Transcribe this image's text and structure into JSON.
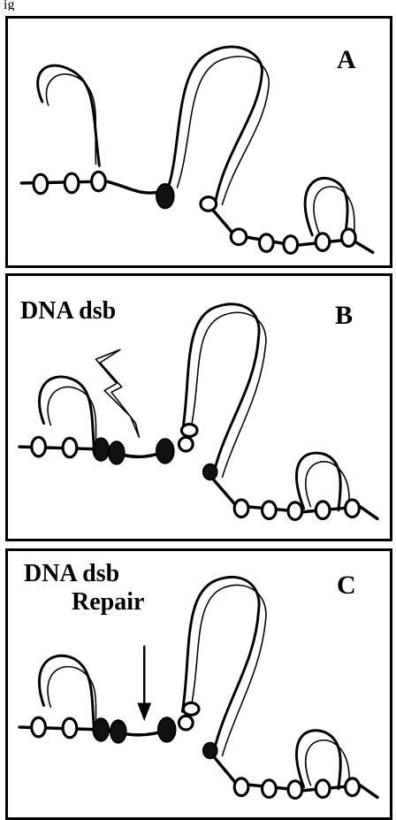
{
  "figure": {
    "header": "ig"
  },
  "panels": [
    {
      "letter": "A",
      "labels": []
    },
    {
      "letter": "B",
      "labels": [
        "DNA dsb"
      ]
    },
    {
      "letter": "C",
      "labels": [
        "DNA dsb",
        "Repair"
      ]
    }
  ]
}
